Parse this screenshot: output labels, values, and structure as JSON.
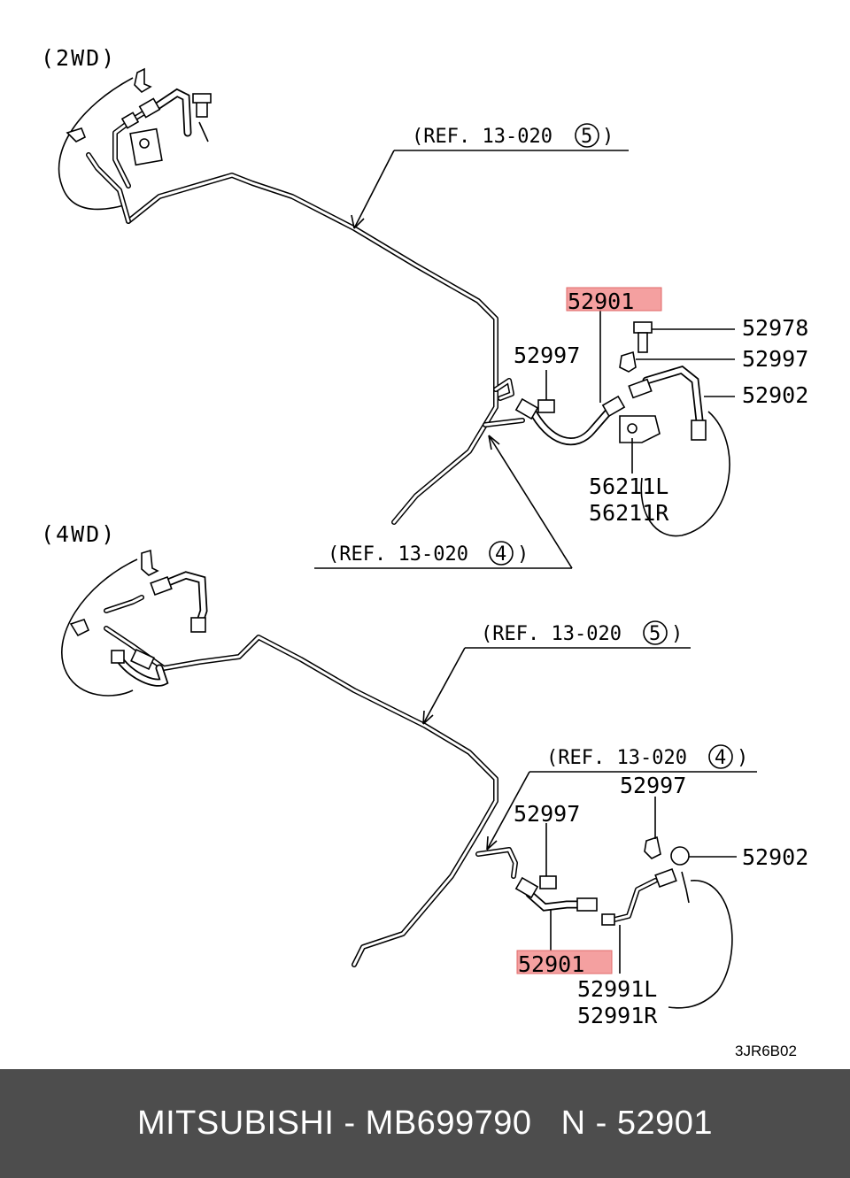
{
  "diagram": {
    "sections": [
      {
        "label": "(2WD)"
      },
      {
        "label": "(4WD)"
      }
    ],
    "references": {
      "ref_2wd_5": "(REF. 13-020",
      "ref_2wd_5_num": "5",
      "ref_2wd_4": "(REF. 13-020",
      "ref_2wd_4_num": "4",
      "ref_4wd_5": "(REF. 13-020",
      "ref_4wd_5_num": "5",
      "ref_4wd_4": "(REF. 13-020",
      "ref_4wd_4_num": "4",
      "close_paren": ")"
    },
    "parts_2wd": {
      "hose_highlighted": "52901",
      "bolt": "52978",
      "clip_right": "52997",
      "clip_left": "52997",
      "hose_right": "52902",
      "bracket_l": "56211L",
      "bracket_r": "56211R"
    },
    "parts_4wd": {
      "clip_upper": "52997",
      "clip_left": "52997",
      "hose_right": "52902",
      "hose_highlighted": "52901",
      "tube_l": "52991L",
      "tube_r": "52991R"
    },
    "drawing_code": "3JR6B02",
    "highlight_color": "#f4a0a0"
  },
  "footer": {
    "text": "MITSUBISHI - MB699790   N - 52901",
    "background": "#4d4d4d"
  }
}
